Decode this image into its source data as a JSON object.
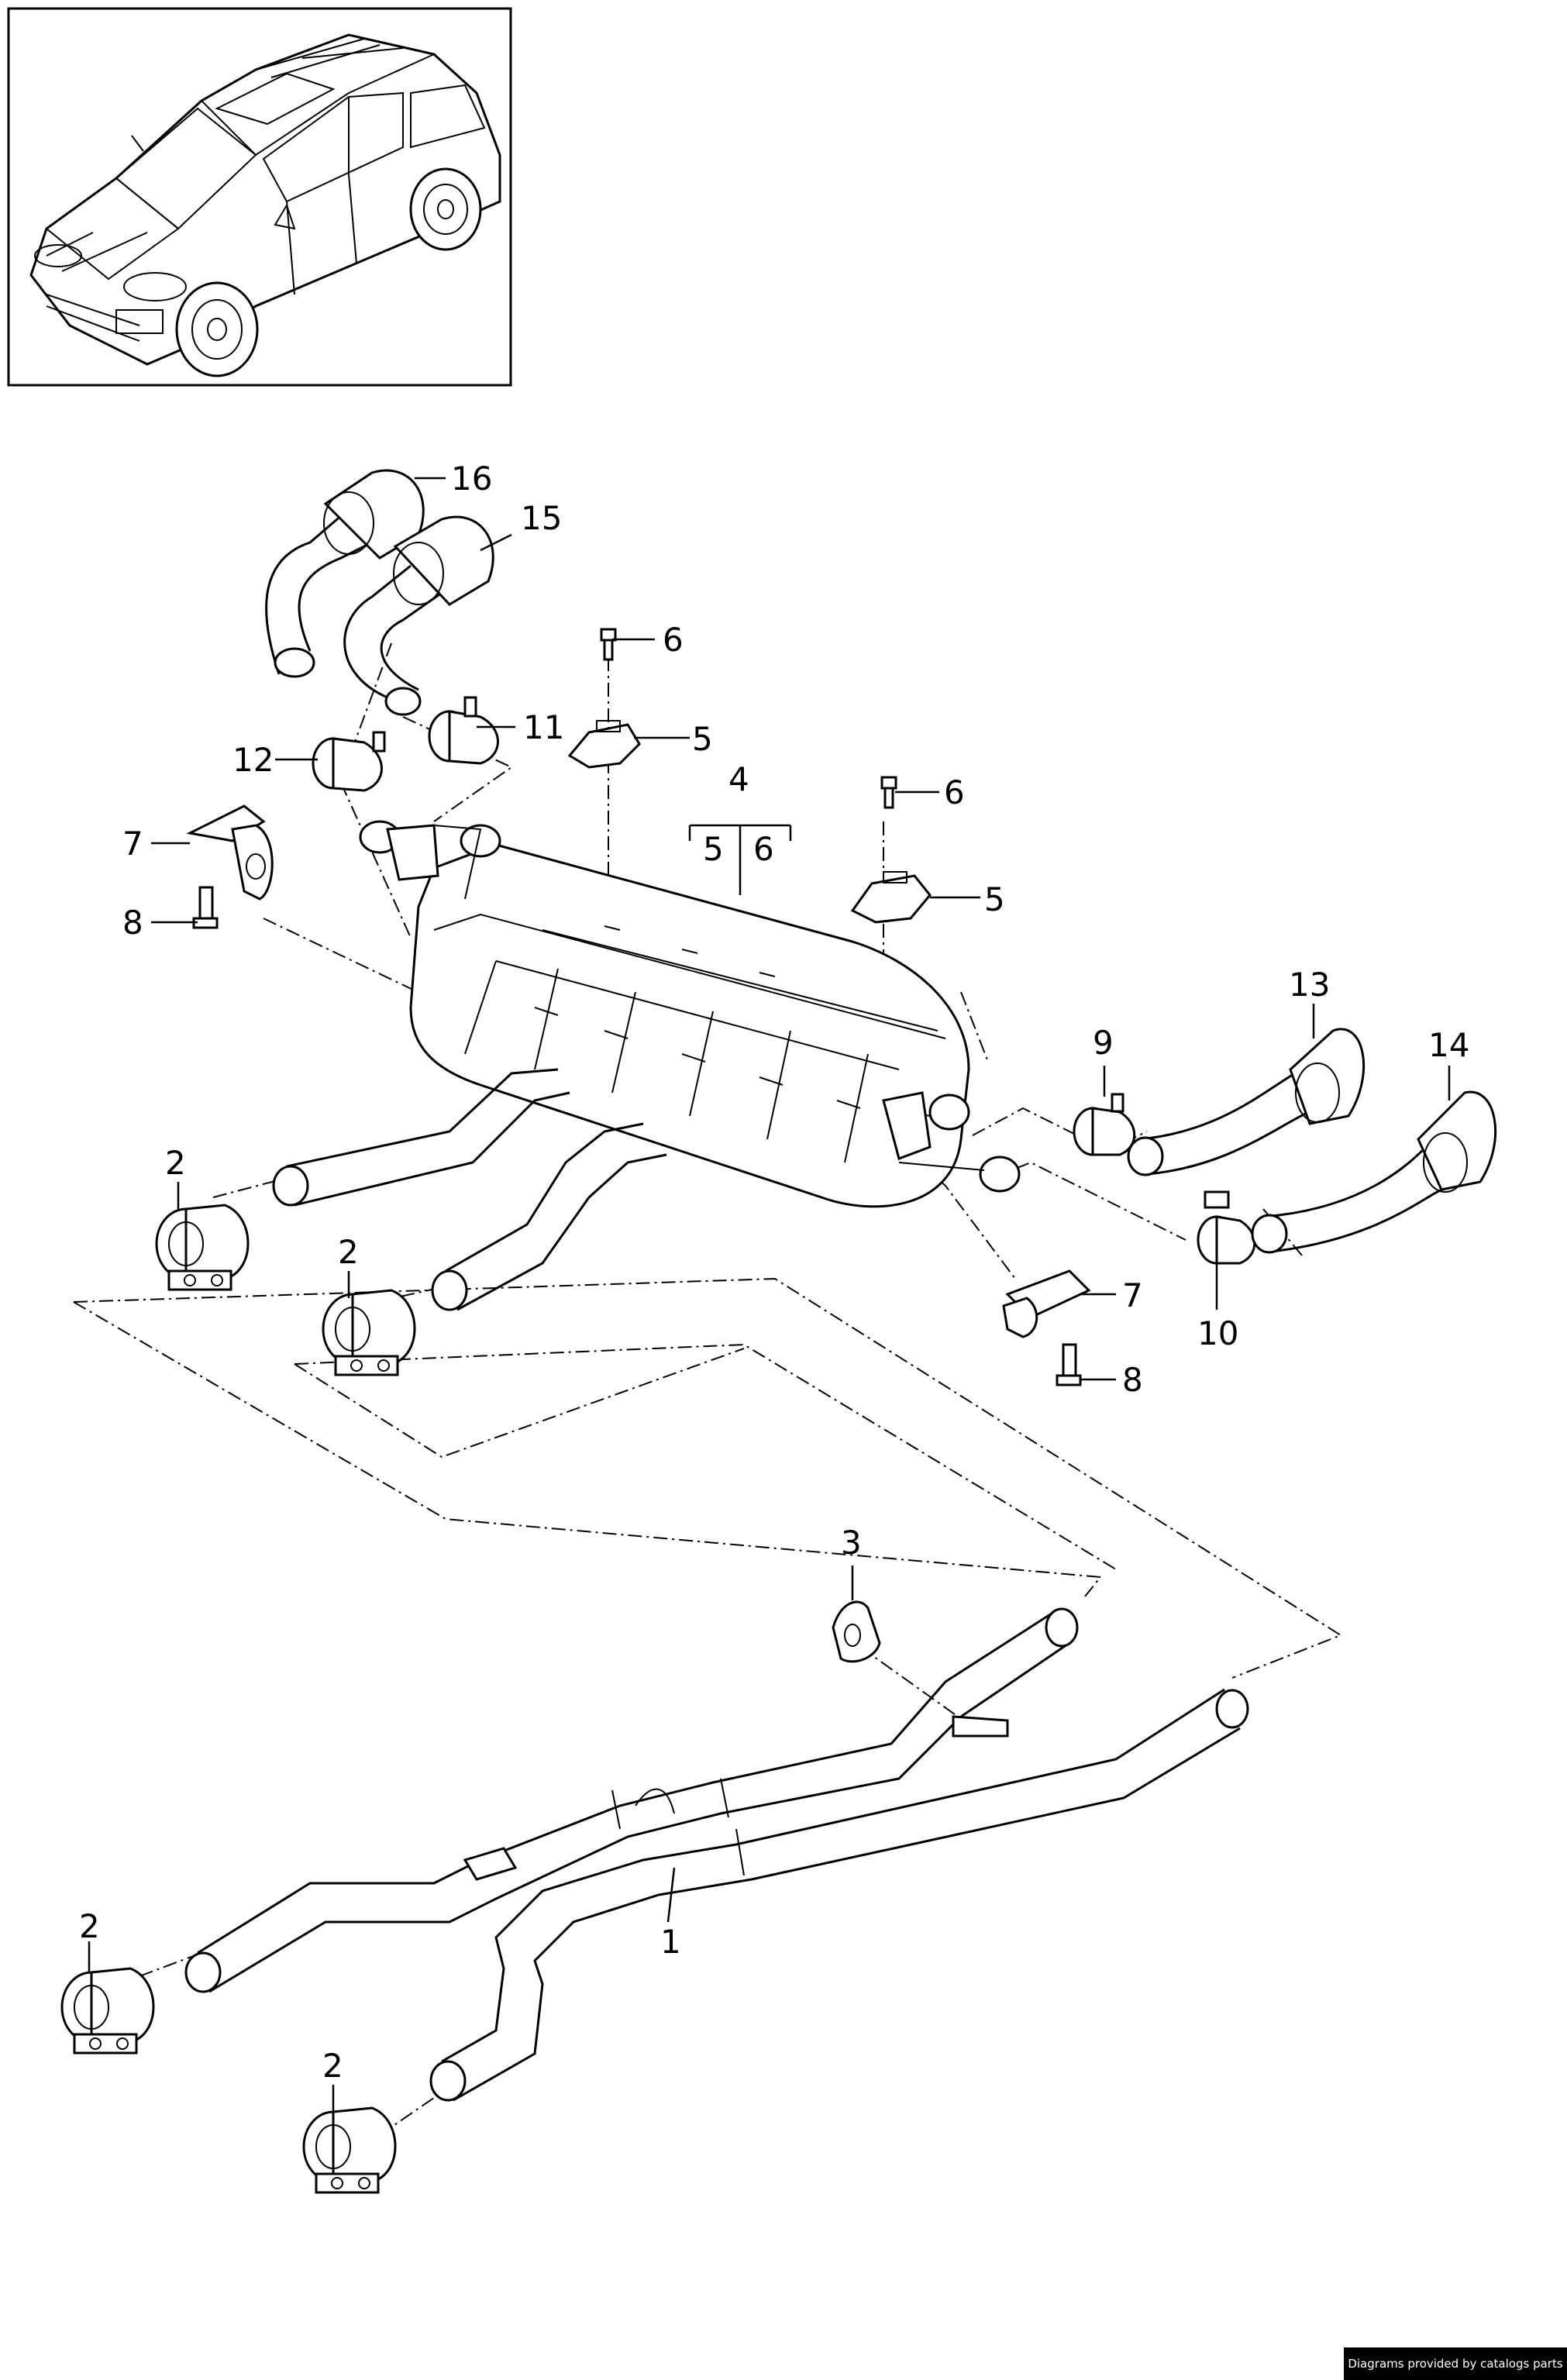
{
  "callouts": {
    "c1": "1",
    "c2a": "2",
    "c2b": "2",
    "c2c": "2",
    "c2d": "2",
    "c3": "3",
    "c4": "4",
    "c4a": "5",
    "c4b": "6",
    "c5a": "5",
    "c5b": "5",
    "c6a": "6",
    "c6b": "6",
    "c7a": "7",
    "c7b": "7",
    "c8a": "8",
    "c8b": "8",
    "c9": "9",
    "c10": "10",
    "c11": "11",
    "c12": "12",
    "c13": "13",
    "c14": "14",
    "c15": "15",
    "c16": "16"
  },
  "credit": "Diagrams provided by catalogs parts",
  "colors": {
    "line": "#000000",
    "background": "#ffffff",
    "credit_bg": "#000000",
    "credit_fg": "#ffffff"
  },
  "icons": {
    "vehicle_thumbnail": "suv-thumbnail-icon"
  }
}
